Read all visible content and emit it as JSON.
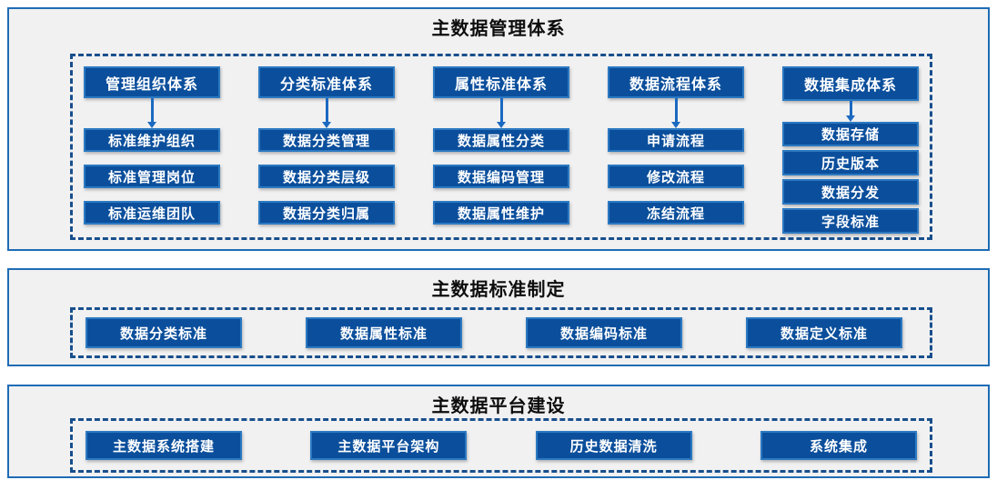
{
  "sections": [
    {
      "title": "主数据管理体系",
      "columns": [
        {
          "header": "管理组织体系",
          "children": [
            "标准维护组织",
            "标准管理岗位",
            "标准运维团队"
          ]
        },
        {
          "header": "分类标准体系",
          "children": [
            "数据分类管理",
            "数据分类层级",
            "数据分类归属"
          ]
        },
        {
          "header": "属性标准体系",
          "children": [
            "数据属性分类",
            "数据编码管理",
            "数据属性维护"
          ]
        },
        {
          "header": "数据流程体系",
          "children": [
            "申请流程",
            "修改流程",
            "冻结流程"
          ]
        },
        {
          "header": "数据集成体系",
          "children": [
            "数据存储",
            "历史版本",
            "数据分发",
            "字段标准"
          ]
        }
      ]
    },
    {
      "title": "主数据标准制定",
      "items": [
        "数据分类标准",
        "数据属性标准",
        "数据编码标准",
        "数据定义标准"
      ]
    },
    {
      "title": "主数据平台建设",
      "items": [
        "主数据系统搭建",
        "主数据平台架构",
        "历史数据清洗",
        "系统集成"
      ]
    }
  ],
  "colors": {
    "box_fill": "#0B4F9C",
    "box_border": "#2B79C2",
    "panel_border": "#1E6CB5",
    "dashed_border": "#184F8C",
    "arrow": "#1B69C0",
    "panel_bg": "#F1F1F2",
    "title_color": "#0D0D0D"
  }
}
